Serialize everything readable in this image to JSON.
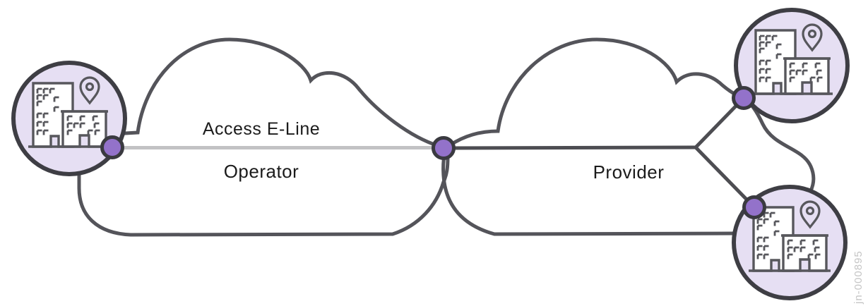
{
  "diagram": {
    "access_line_label": "Access E-Line",
    "operator_label": "Operator",
    "provider_label": "Provider",
    "watermark": "jn-000895"
  },
  "icons": {
    "site": "building-with-location-pin-icon",
    "node": "endpoint-dot"
  },
  "colors": {
    "cloud-stroke": "#54545a",
    "link-gray": "#c2c2c4",
    "link-dark": "#4d4d52",
    "node-fill": "#9372ca",
    "node-stroke": "#3a3a40",
    "site-fill": "#e6dff3",
    "site-stroke": "#3e3e44",
    "building-stroke": "#57575c",
    "label-color": "#1b1b1b",
    "watermark-color": "#c5c5c5"
  }
}
